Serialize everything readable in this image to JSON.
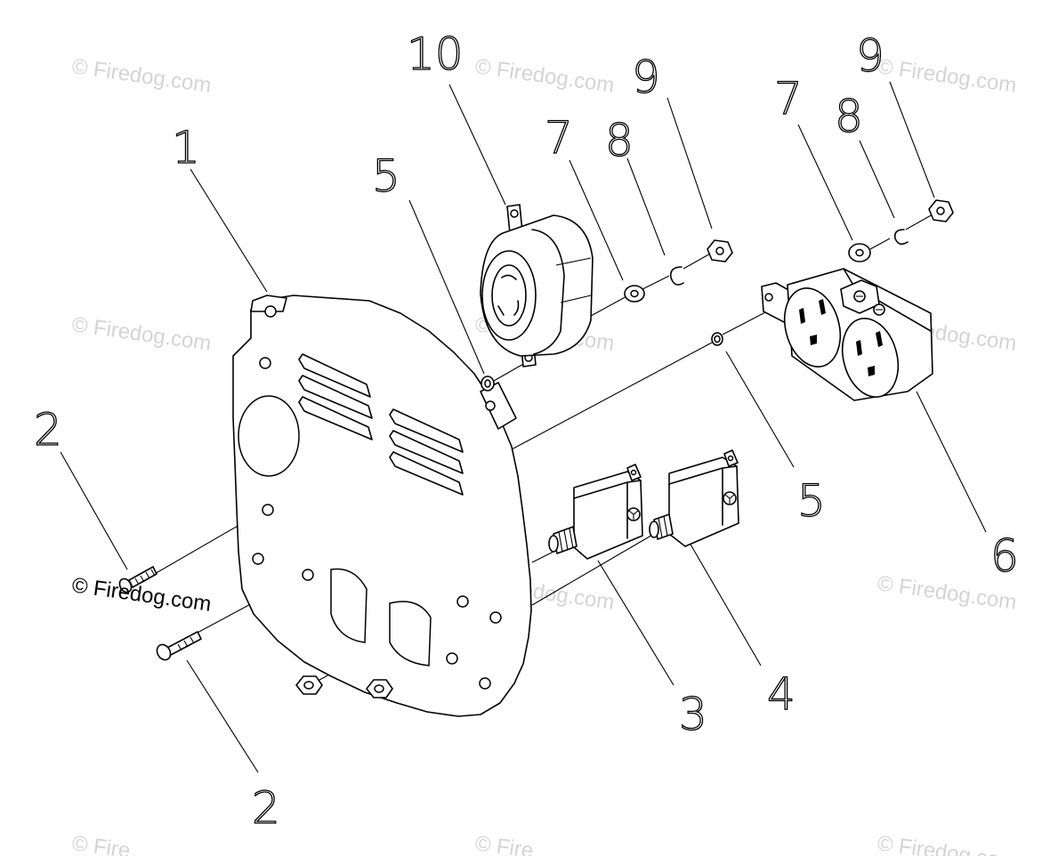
{
  "callouts": [
    {
      "id": "c1",
      "text": "1"
    },
    {
      "id": "c2a",
      "text": "2"
    },
    {
      "id": "c2b",
      "text": "2"
    },
    {
      "id": "c3",
      "text": "3"
    },
    {
      "id": "c4",
      "text": "4"
    },
    {
      "id": "c5a",
      "text": "5"
    },
    {
      "id": "c5b",
      "text": "5"
    },
    {
      "id": "c6",
      "text": "6"
    },
    {
      "id": "c7a",
      "text": "7"
    },
    {
      "id": "c7b",
      "text": "7"
    },
    {
      "id": "c8a",
      "text": "8"
    },
    {
      "id": "c8b",
      "text": "8"
    },
    {
      "id": "c9a",
      "text": "9"
    },
    {
      "id": "c9b",
      "text": "9"
    },
    {
      "id": "c10",
      "text": "10"
    }
  ],
  "watermark": {
    "text": "© Firedog.com",
    "partial_text": "© Fire",
    "color": "#d4d4d4",
    "strong_color": "#000000"
  }
}
